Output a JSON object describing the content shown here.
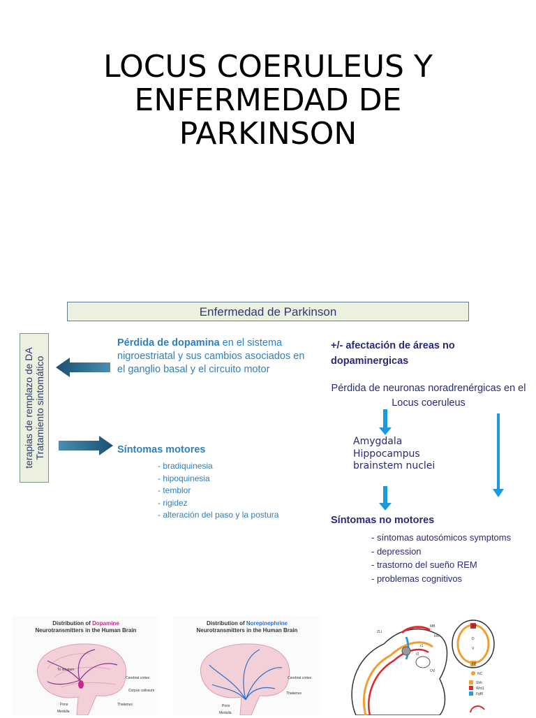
{
  "slide": {
    "title_lines": [
      "LOCUS COERULEUS Y",
      "ENFERMEDAD DE",
      "PARKINSON"
    ]
  },
  "header": {
    "label": "Enfermedad de Parkinson"
  },
  "sidebar": {
    "lines": [
      "terapias de remplazo de DA",
      "Tratamiento sintomático"
    ]
  },
  "left": {
    "dopamine_bold": "Pérdida de dopamina",
    "dopamine_rest": " en el sistema nigroestriatal y sus cambios asociados en el ganglio basal y el circuito motor",
    "motor_title": "Síntomas motores",
    "motor_items": [
      "- bradiquinesia",
      "- hipoquinesia",
      "- temblor",
      "- rigidez",
      "- alteración del paso y la postura"
    ]
  },
  "right": {
    "nonda_title": "+/- afectación de áreas no dopaminergicas",
    "neuron_loss": "Pérdida de neuronas noradrenérgicas en el Locus coeruleus",
    "areas": [
      "Amygdala",
      "Hippocampus",
      "brainstem nuclei"
    ],
    "nonmotor_title": "Síntomas no motores",
    "nonmotor_items": [
      "- síntomas autosómicos symptoms",
      "- depression",
      "- trastorno del sueño REM",
      "- problemas cognitivos"
    ]
  },
  "figures": {
    "dopamine": {
      "title_pre": "Distribution of ",
      "title_highlight": "Dopamine",
      "title_line2": "Neurotransmitters in the Human Brain",
      "labels": [
        "To striatum",
        "Cerebral cortex",
        "Corpus callosum",
        "Thalamus",
        "Pons",
        "Medulla"
      ]
    },
    "norepinephrine": {
      "title_pre": "Distribution of ",
      "title_highlight": "Norepinephrine",
      "title_line2": "Neurotransmitters in the Human Brain",
      "labels": [
        "Cerebral cortex",
        "Thalamus",
        "Pons",
        "Medulla"
      ]
    },
    "embryo": {
      "labels": [
        "MB",
        "ZLI",
        "IsO",
        "r1",
        "r2",
        "OV",
        "RP",
        "D",
        "V",
        "FP",
        "NC"
      ],
      "legend": [
        "Shh",
        "Wnt1",
        "Fgf8",
        "NC"
      ]
    }
  },
  "colors": {
    "title": "#000000",
    "accent_blue": "#2f7fc2",
    "navy": "#2a2a7a",
    "box_fill": "#ebf0df",
    "arrow_dark": "#215a7c",
    "arrow_light": "#1a9ad8",
    "dopamine_pink": "#c8288c",
    "norepi_blue": "#2a6fc8"
  }
}
